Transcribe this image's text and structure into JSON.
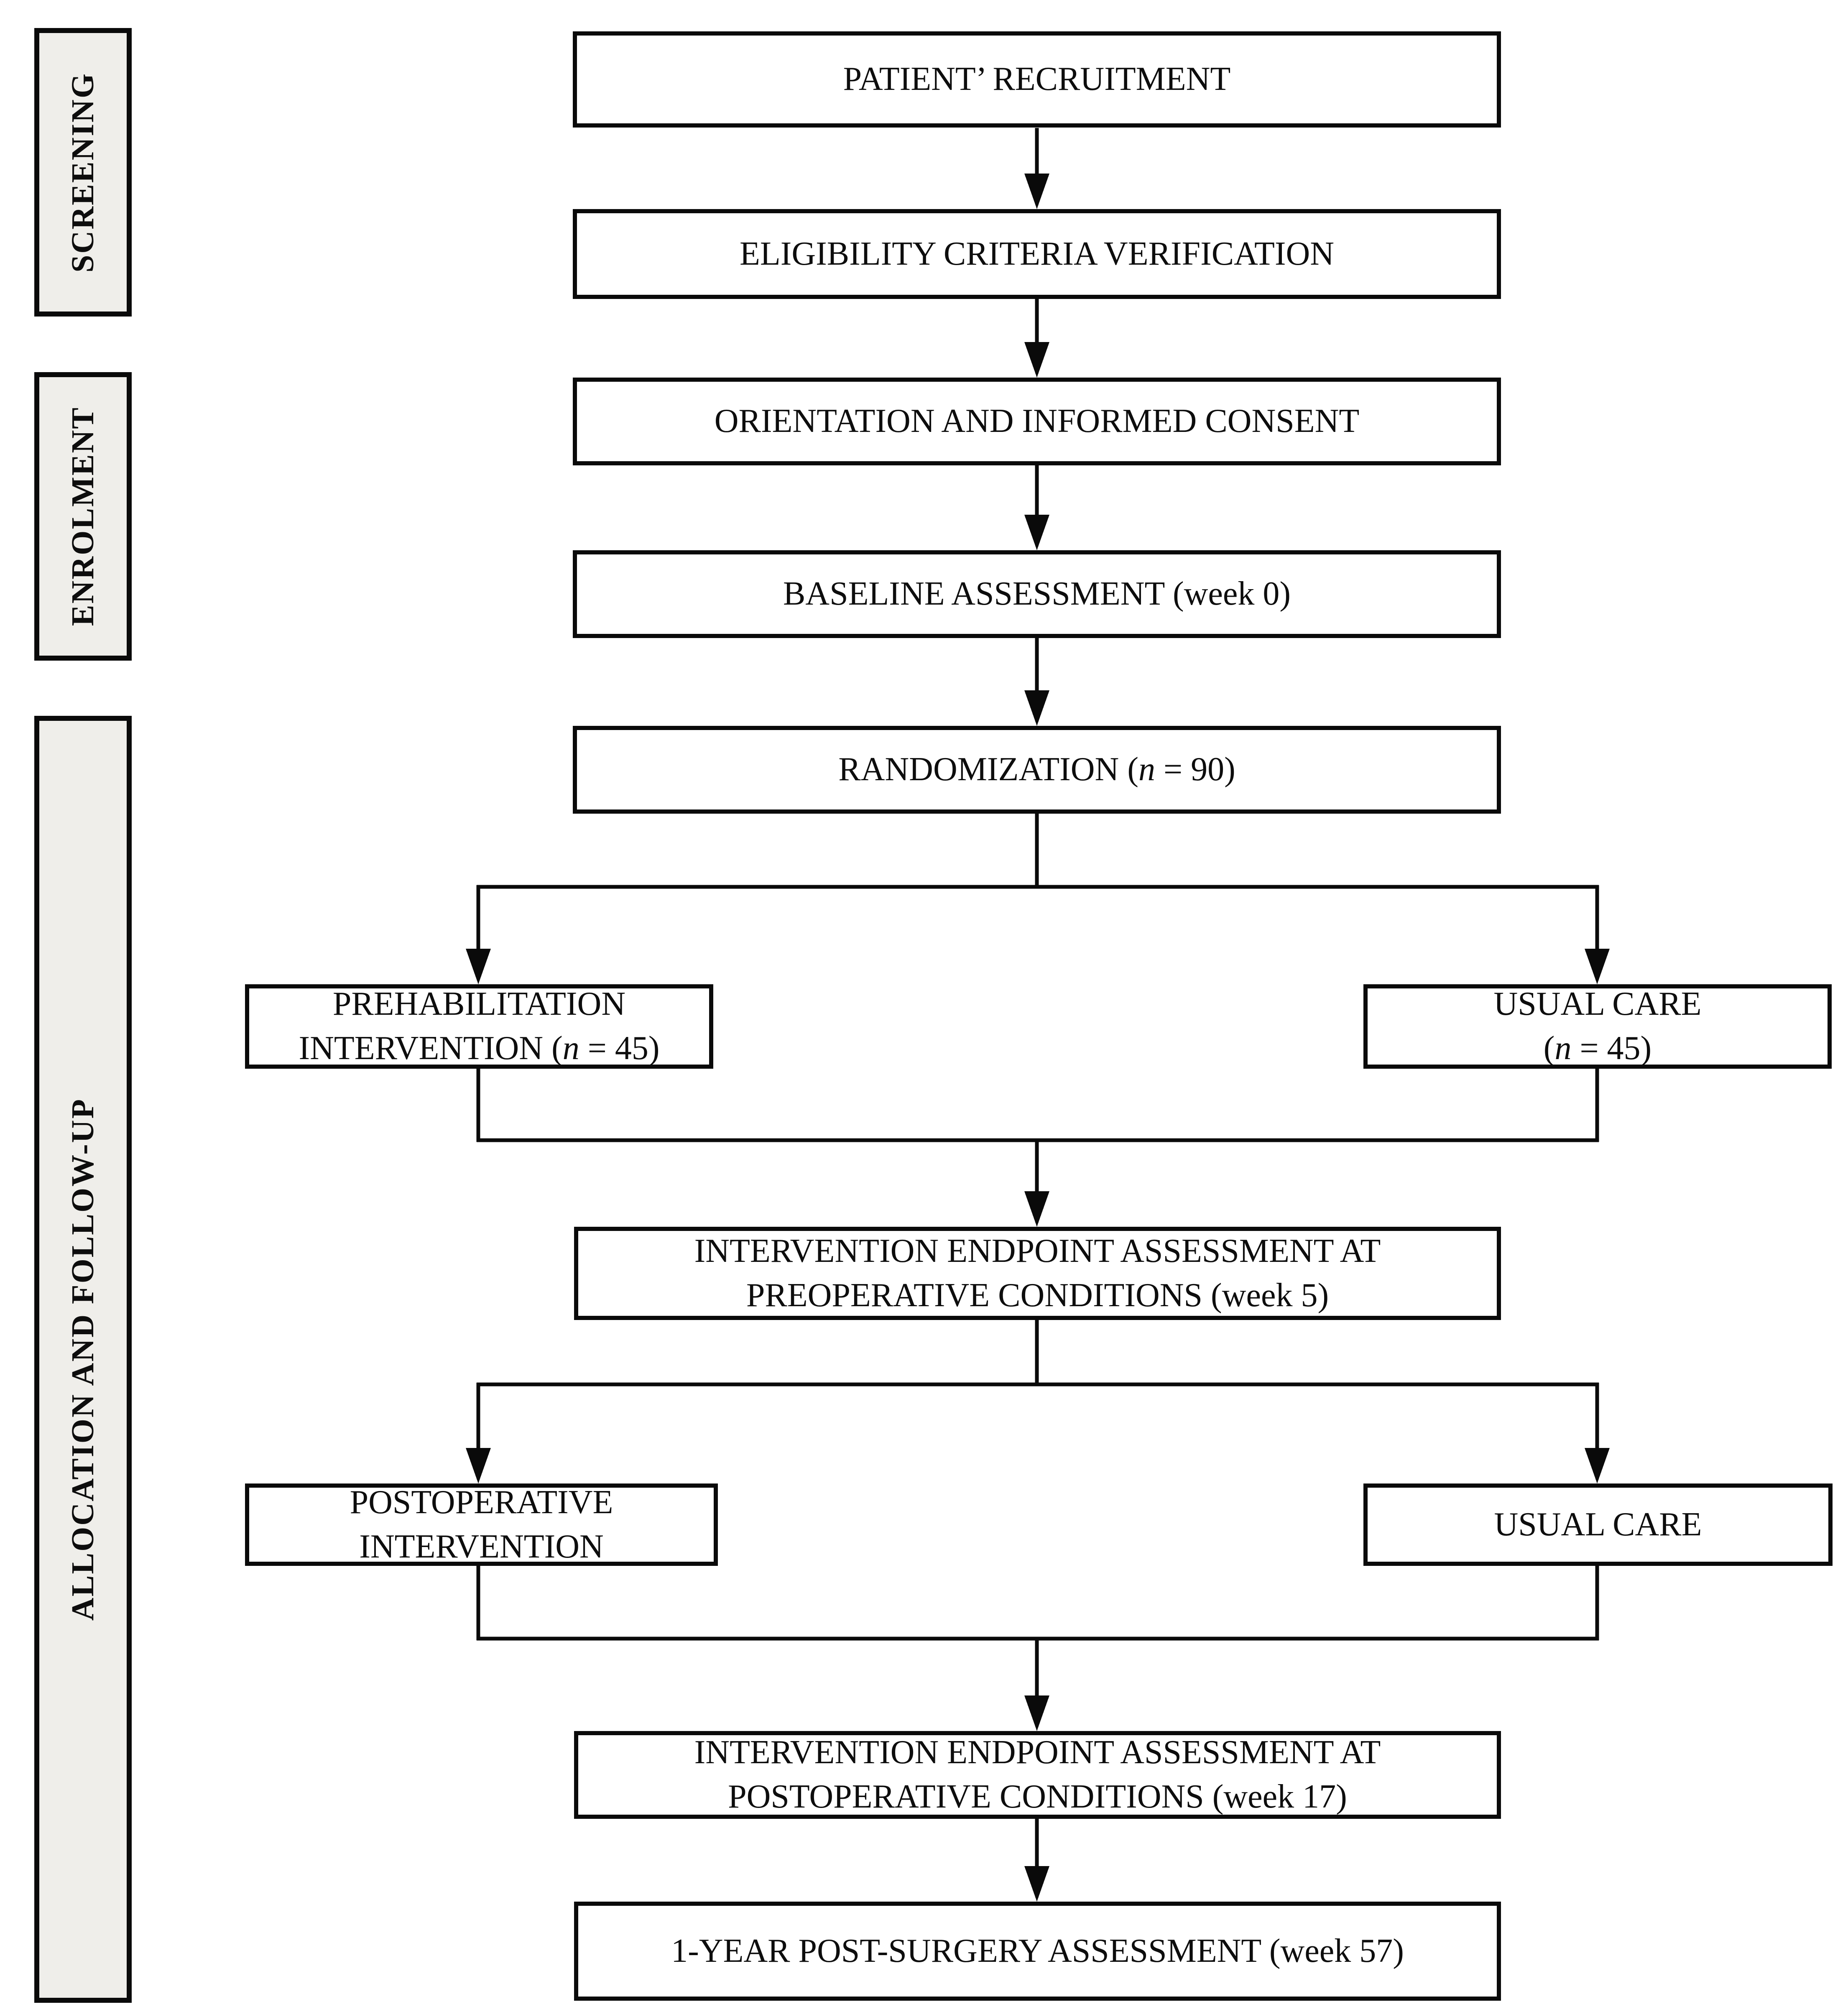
{
  "figure": {
    "type": "clinical-trial-flow-diagram",
    "background": "#ffffff",
    "line_color": "#000000",
    "phase_fill": "#efeeea",
    "phase_labels": [
      {
        "id": "screening",
        "text": "SCREENING"
      },
      {
        "id": "enrolment",
        "text": "ENROLMENT"
      },
      {
        "id": "allocation-follow-up",
        "text": "ALLOCATION AND FOLLOW-UP"
      }
    ],
    "boxes": [
      {
        "id": "recruitment",
        "lines": [
          [
            {
              "t": "PATIENT’ RECRUITMENT"
            }
          ]
        ]
      },
      {
        "id": "eligibility",
        "lines": [
          [
            {
              "t": "ELIGIBILITY CRITERIA VERIFICATION"
            }
          ]
        ]
      },
      {
        "id": "consent",
        "lines": [
          [
            {
              "t": "ORIENTATION AND INFORMED CONSENT"
            }
          ]
        ]
      },
      {
        "id": "baseline",
        "lines": [
          [
            {
              "t": "BASELINE ASSESSMENT (week 0)"
            }
          ]
        ]
      },
      {
        "id": "randomization",
        "lines": [
          [
            {
              "t": "RANDOMIZATION ("
            },
            {
              "t": "n",
              "i": true
            },
            {
              "t": " = 90)"
            }
          ]
        ]
      },
      {
        "id": "prehabilitation",
        "lines": [
          [
            {
              "t": "PREHABILITATION"
            }
          ],
          [
            {
              "t": "INTERVENTION ("
            },
            {
              "t": "n",
              "i": true
            },
            {
              "t": " = 45)"
            }
          ]
        ]
      },
      {
        "id": "usual-care-1",
        "lines": [
          [
            {
              "t": "USUAL CARE"
            }
          ],
          [
            {
              "t": "("
            },
            {
              "t": "n",
              "i": true
            },
            {
              "t": " = 45)"
            }
          ]
        ]
      },
      {
        "id": "preop-assessment",
        "lines": [
          [
            {
              "t": "INTERVENTION ENDPOINT ASSESSMENT AT"
            }
          ],
          [
            {
              "t": "PREOPERATIVE CONDITIONS (week 5)"
            }
          ]
        ]
      },
      {
        "id": "postop-intervention",
        "lines": [
          [
            {
              "t": "POSTOPERATIVE"
            }
          ],
          [
            {
              "t": "INTERVENTION"
            }
          ]
        ]
      },
      {
        "id": "usual-care-2",
        "lines": [
          [
            {
              "t": "USUAL CARE"
            }
          ]
        ]
      },
      {
        "id": "postop-assessment",
        "lines": [
          [
            {
              "t": "INTERVENTION ENDPOINT ASSESSMENT AT"
            }
          ],
          [
            {
              "t": "POSTOPERATIVE CONDITIONS (week 17)"
            }
          ]
        ]
      },
      {
        "id": "one-year-assessment",
        "lines": [
          [
            {
              "t": "1-YEAR POST-SURGERY ASSESSMENT (week 57)"
            }
          ]
        ]
      }
    ]
  }
}
